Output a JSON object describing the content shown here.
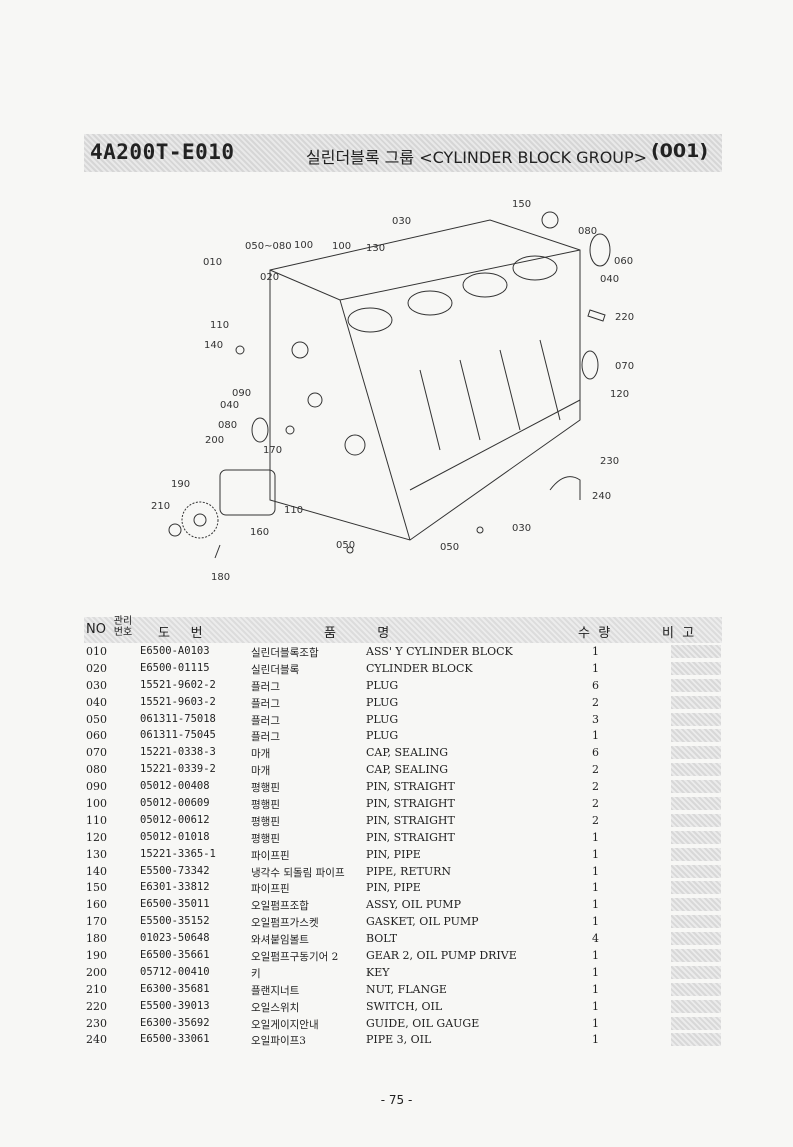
{
  "header": {
    "code": "4A200T-E010",
    "title": "실린더블록 그룹 <CYLINDER BLOCK GROUP>",
    "group_no": "(001)"
  },
  "diagram_callouts": [
    "150",
    "030",
    "080",
    "050~080",
    "100",
    "100",
    "130",
    "010",
    "060",
    "020",
    "040",
    "220",
    "110",
    "140",
    "070",
    "090",
    "120",
    "040",
    "080",
    "200",
    "170",
    "230",
    "190",
    "240",
    "210",
    "110",
    "030",
    "160",
    "050",
    "050",
    "180"
  ],
  "table": {
    "headers": {
      "no": "NO",
      "mgmt": "관리번호",
      "part": "도     번",
      "name": "품          명",
      "qty": "수  량",
      "note": "비  고"
    },
    "rows": [
      {
        "no": "010",
        "part": "E6500-A0103",
        "kr": "실린더블록조합",
        "en": "ASS' Y CYLINDER BLOCK",
        "qty": "1"
      },
      {
        "no": "020",
        "part": "E6500-01115",
        "kr": "실린더블록",
        "en": "CYLINDER BLOCK",
        "qty": "1"
      },
      {
        "no": "030",
        "part": "15521-9602-2",
        "kr": "플러그",
        "en": "PLUG",
        "qty": "6"
      },
      {
        "no": "040",
        "part": "15521-9603-2",
        "kr": "플러그",
        "en": "PLUG",
        "qty": "2"
      },
      {
        "no": "050",
        "part": "061311-75018",
        "kr": "플러그",
        "en": "PLUG",
        "qty": "3"
      },
      {
        "no": "060",
        "part": "061311-75045",
        "kr": "플러그",
        "en": "PLUG",
        "qty": "1"
      },
      {
        "no": "070",
        "part": "15221-0338-3",
        "kr": "마개",
        "en": "CAP, SEALING",
        "qty": "6"
      },
      {
        "no": "080",
        "part": "15221-0339-2",
        "kr": "마개",
        "en": "CAP, SEALING",
        "qty": "2"
      },
      {
        "no": "090",
        "part": "05012-00408",
        "kr": "평행핀",
        "en": "PIN, STRAIGHT",
        "qty": "2"
      },
      {
        "no": "100",
        "part": "05012-00609",
        "kr": "평행핀",
        "en": "PIN, STRAIGHT",
        "qty": "2"
      },
      {
        "no": "110",
        "part": "05012-00612",
        "kr": "평행핀",
        "en": "PIN, STRAIGHT",
        "qty": "2"
      },
      {
        "no": "120",
        "part": "05012-01018",
        "kr": "평행핀",
        "en": "PIN, STRAIGHT",
        "qty": "1"
      },
      {
        "no": "130",
        "part": "15221-3365-1",
        "kr": "파이프핀",
        "en": "PIN, PIPE",
        "qty": "1"
      },
      {
        "no": "140",
        "part": "E5500-73342",
        "kr": "냉각수 되돌림 파이프",
        "en": "PIPE, RETURN",
        "qty": "1"
      },
      {
        "no": "150",
        "part": "E6301-33812",
        "kr": "파이프핀",
        "en": "PIN, PIPE",
        "qty": "1"
      },
      {
        "no": "160",
        "part": "E6500-35011",
        "kr": "오일펌프조합",
        "en": "ASSY, OIL PUMP",
        "qty": "1"
      },
      {
        "no": "170",
        "part": "E5500-35152",
        "kr": "오일펌프가스켓",
        "en": "GASKET, OIL PUMP",
        "qty": "1"
      },
      {
        "no": "180",
        "part": "01023-50648",
        "kr": "와셔붙임볼트",
        "en": "BOLT",
        "qty": "4"
      },
      {
        "no": "190",
        "part": "E6500-35661",
        "kr": "오일펌프구동기어 2",
        "en": "GEAR 2, OIL PUMP DRIVE",
        "qty": "1"
      },
      {
        "no": "200",
        "part": "05712-00410",
        "kr": "키",
        "en": "KEY",
        "qty": "1"
      },
      {
        "no": "210",
        "part": "E6300-35681",
        "kr": "플랜지너트",
        "en": "NUT, FLANGE",
        "qty": "1"
      },
      {
        "no": "220",
        "part": "E5500-39013",
        "kr": "오일스위치",
        "en": "SWITCH, OIL",
        "qty": "1"
      },
      {
        "no": "230",
        "part": "E6300-35692",
        "kr": "오일게이지안내",
        "en": "GUIDE, OIL GAUGE",
        "qty": "1"
      },
      {
        "no": "240",
        "part": "E6500-33061",
        "kr": "오일파이프3",
        "en": "PIPE 3, OIL",
        "qty": "1"
      }
    ]
  },
  "footer": {
    "page": "- 75 -"
  }
}
